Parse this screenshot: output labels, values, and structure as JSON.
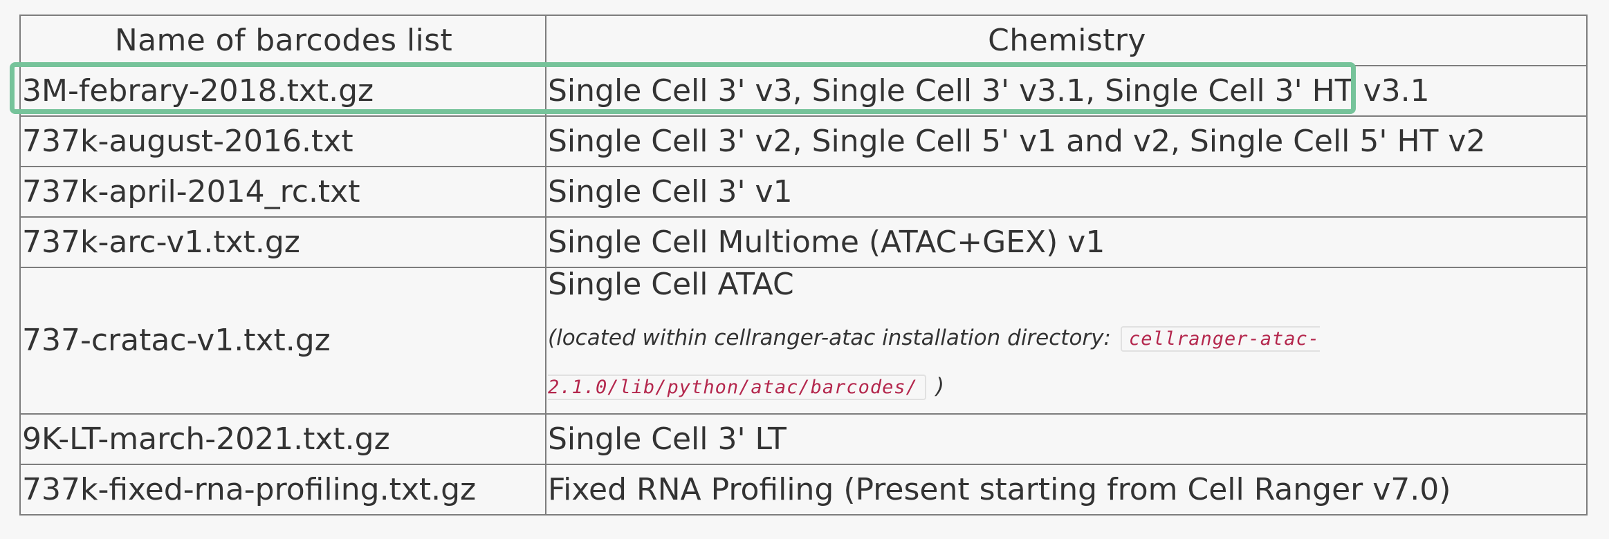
{
  "table": {
    "headers": [
      "Name of barcodes list",
      "Chemistry"
    ],
    "rows": [
      {
        "name": "3M-febrary-2018.txt.gz",
        "chemistry": "Single Cell 3' v3, Single Cell 3' v3.1, Single Cell 3' HT v3.1"
      },
      {
        "name": "737k-august-2016.txt",
        "chemistry": "Single Cell 3' v2, Single Cell 5' v1 and v2, Single Cell 5' HT v2"
      },
      {
        "name": "737k-april-2014_rc.txt",
        "chemistry": "Single Cell 3' v1"
      },
      {
        "name": "737k-arc-v1.txt.gz",
        "chemistry": "Single Cell Multiome (ATAC+GEX) v1"
      },
      {
        "name": "737-cratac-v1.txt.gz",
        "chemistry": "Single Cell ATAC",
        "note_prefix": "(located within cellranger-atac installation directory:",
        "note_code": "cellranger-atac-2.1.0/lib/python/atac/barcodes/",
        "note_suffix": ")"
      },
      {
        "name": "9K-LT-march-2021.txt.gz",
        "chemistry": "Single Cell 3' LT"
      },
      {
        "name": "737k-fixed-rna-profiling.txt.gz",
        "chemistry": "Fixed RNA Profiling (Present starting from Cell Ranger v7.0)"
      }
    ]
  },
  "highlight": {
    "color": "#76c39a",
    "target_row": "3M-febrary-2018.txt.gz"
  }
}
